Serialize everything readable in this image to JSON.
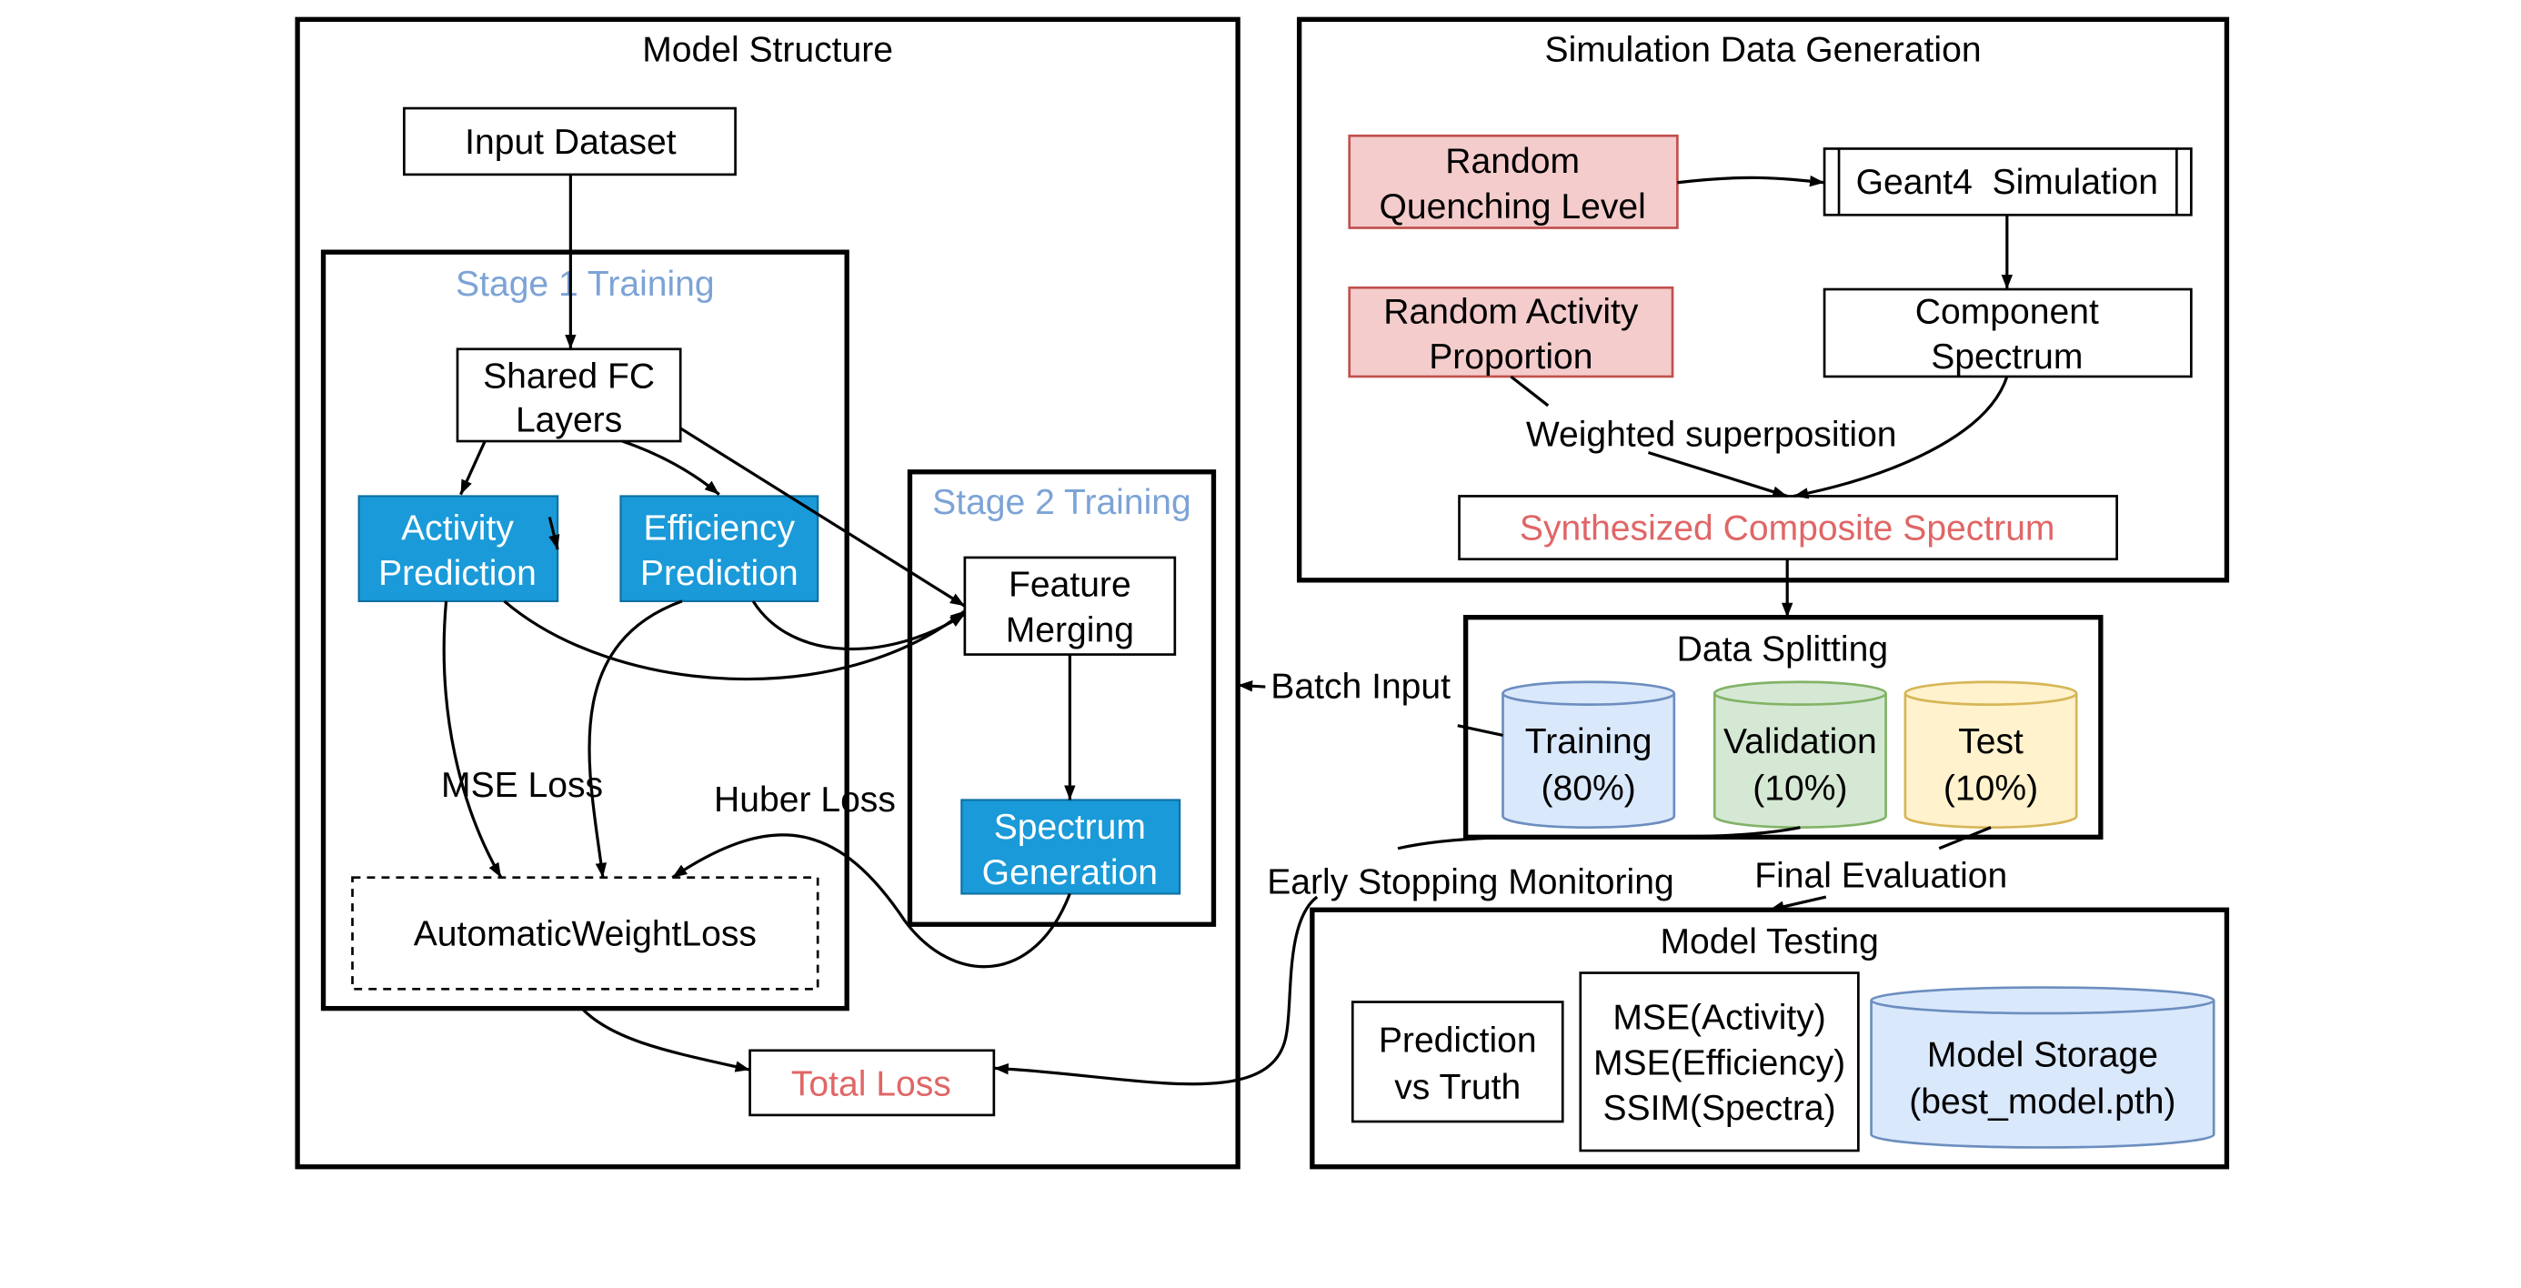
{
  "panels": {
    "model_structure": "Model Structure",
    "simulation": "Simulation Data Generation",
    "stage1": "Stage 1 Training",
    "stage2": "Stage 2 Training",
    "data_splitting": "Data Splitting",
    "model_testing": "Model Testing"
  },
  "nodes": {
    "input_dataset": "Input Dataset",
    "shared_fc": [
      "Shared FC",
      "Layers"
    ],
    "activity_prediction": [
      "Activity",
      "Prediction"
    ],
    "efficiency_prediction": [
      "Efficiency",
      "Prediction"
    ],
    "feature_merging": [
      "Feature",
      "Merging"
    ],
    "spectrum_generation": [
      "Spectrum",
      "Generation"
    ],
    "automatic_weight_loss": "AutomaticWeightLoss",
    "total_loss": "Total Loss",
    "random_quenching": [
      "Random",
      "Quenching Level"
    ],
    "geant4": "Geant4  Simulation",
    "random_activity": [
      "Random Activity",
      "Proportion"
    ],
    "component_spectrum": [
      "Component",
      "Spectrum"
    ],
    "synthesized": "Synthesized Composite Spectrum",
    "training": [
      "Training",
      "(80%)"
    ],
    "validation": [
      "Validation",
      "(10%)"
    ],
    "test": [
      "Test",
      "(10%)"
    ],
    "prediction_vs_truth": [
      "Prediction",
      "vs Truth"
    ],
    "metrics": [
      "MSE(Activity)",
      "MSE(Efficiency)",
      "SSIM(Spectra)"
    ],
    "model_storage": [
      "Model Storage",
      "(best_model.pth)"
    ]
  },
  "edge_labels": {
    "mse_loss": "MSE Loss",
    "huber_loss": "Huber Loss",
    "weighted_superposition": "Weighted superposition",
    "batch_input": "Batch Input",
    "early_stopping": "Early Stopping Monitoring",
    "final_evaluation": "Final Evaluation"
  },
  "colors": {
    "blue_fill": "#1a9ad8",
    "red_fill": "#f4cccc",
    "red_stroke": "#c0504d",
    "stage_title": "#7ca3d6",
    "red_text": "#e06666",
    "training_fill": "#dae8fc",
    "training_stroke": "#6c8ebf",
    "validation_fill": "#d5e8d4",
    "validation_stroke": "#82b366",
    "test_fill": "#fff2cc",
    "test_stroke": "#d6b656"
  }
}
